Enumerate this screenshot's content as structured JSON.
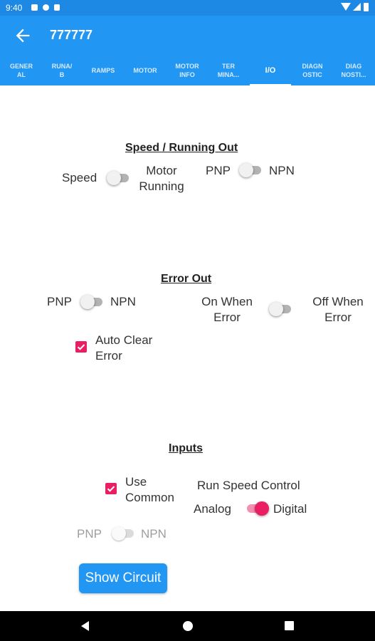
{
  "status_bar": {
    "time": "9:40"
  },
  "toolbar": {
    "title": "777777"
  },
  "tabs": [
    {
      "label": "GENER\nAL"
    },
    {
      "label": "RUNA/\nB"
    },
    {
      "label": "RAMPS"
    },
    {
      "label": "MOTOR"
    },
    {
      "label": "MOTOR\nINFO"
    },
    {
      "label": "TER\nMINA..."
    },
    {
      "label": "I/O",
      "active": true
    },
    {
      "label": "DIAGN\nOSTIC"
    },
    {
      "label": "DIAG\nNOSTI..."
    }
  ],
  "speed_section": {
    "title": "Speed / Running Out",
    "left_label": "Speed",
    "right_label": "Motor\nRunning",
    "switch_on": false,
    "pnp_label": "PNP",
    "npn_label": "NPN",
    "pnp_switch_on": false
  },
  "error_section": {
    "title": "Error Out",
    "pnp_label": "PNP",
    "npn_label": "NPN",
    "pnp_switch_on": false,
    "on_label": "On When\nError",
    "off_label": "Off When\nError",
    "mode_switch_on": false,
    "auto_clear_label": "Auto Clear\nError",
    "auto_clear_checked": true
  },
  "inputs_section": {
    "title": "Inputs",
    "use_common_label": "Use\nCommon",
    "use_common_checked": true,
    "run_speed_label": "Run Speed Control",
    "analog_label": "Analog",
    "digital_label": "Digital",
    "speed_switch_on": true,
    "pnp_label": "PNP",
    "npn_label": "NPN",
    "pnp_switch_enabled": false
  },
  "show_circuit_button": {
    "label": "Show Circuit"
  },
  "colors": {
    "primary": "#2196f3",
    "status_bar": "#1e88e5",
    "accent": "#e91e63"
  }
}
